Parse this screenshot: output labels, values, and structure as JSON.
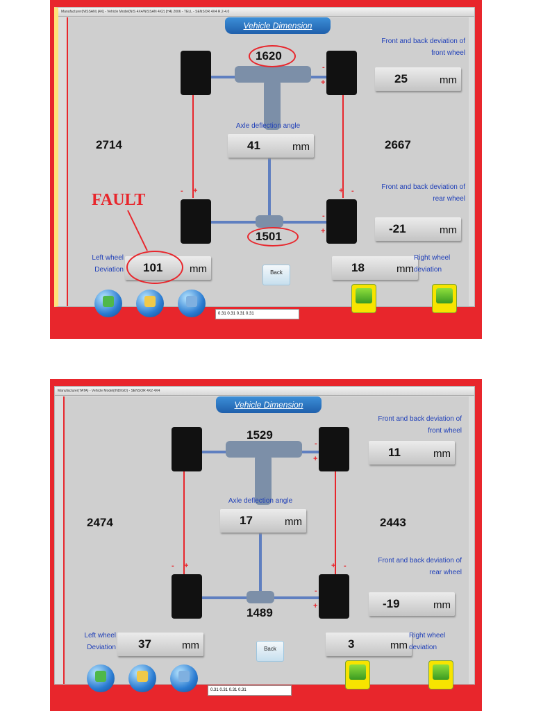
{
  "screens": [
    {
      "titlebar": "Manufacturer(NISSAN) [4X] - Vehicle Model(NIS 4X4/NISSAN 4X2) [H4] 2006 - TELL - SENSOR 4X4 R.2-4.0",
      "tab_label": "Vehicle Dimension",
      "front_track": "1620",
      "rear_track": "1501",
      "left_wheelbase": "2714",
      "right_wheelbase": "2667",
      "axle_label": "Axle deflection angle",
      "axle_value": "41",
      "front_dev_label_l1": "Front and back deviation of",
      "front_dev_label_l2": "front wheel",
      "front_dev_value": "25",
      "rear_dev_label_l1": "Front and back deviation of",
      "rear_dev_label_l2": "rear wheel",
      "rear_dev_value": "-21",
      "left_label_l1": "Left wheel",
      "left_label_l2": "Deviation",
      "left_value": "101",
      "right_label_l1": "Right wheel",
      "right_label_l2": "deviation",
      "right_value": "18",
      "unit": "mm",
      "back_label": "Back",
      "status_text": "0.31  0.31  0.31  0.31",
      "fault_label": "FAULT"
    },
    {
      "titlebar": "Manufacturer(TATA) - Vehicle Model(INDIGO) - SENSOR 4X2 4X4",
      "tab_label": "Vehicle Dimension",
      "front_track": "1529",
      "rear_track": "1489",
      "left_wheelbase": "2474",
      "right_wheelbase": "2443",
      "axle_label": "Axle deflection angle",
      "axle_value": "17",
      "front_dev_label_l1": "Front and back deviation of",
      "front_dev_label_l2": "front wheel",
      "front_dev_value": "11",
      "rear_dev_label_l1": "Front and back deviation of",
      "rear_dev_label_l2": "rear wheel",
      "rear_dev_value": "-19",
      "left_label_l1": "Left wheel",
      "left_label_l2": "Deviation",
      "left_value": "37",
      "right_label_l1": "Right wheel",
      "right_label_l2": "deviation",
      "right_value": "3",
      "unit": "mm",
      "back_label": "Back",
      "status_text": "0.31  0.31  0.31  0.31"
    }
  ],
  "colors": {
    "frame": "#e8262c",
    "label_blue": "#1f3fb8",
    "tab_blue": "#2b74c6"
  },
  "icons": [
    "globe-icon",
    "globe-icon",
    "globe-icon",
    "print-icon",
    "exit-icon"
  ]
}
